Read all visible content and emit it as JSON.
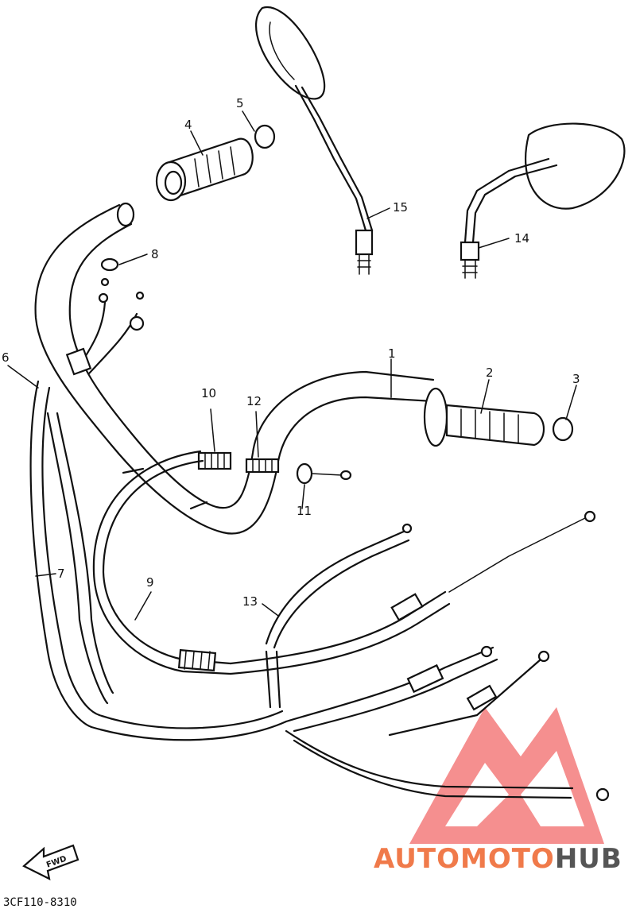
{
  "callouts": {
    "n1": "1",
    "n2": "2",
    "n3": "3",
    "n4": "4",
    "n5": "5",
    "n6": "6",
    "n7": "7",
    "n8": "8",
    "n9": "9",
    "n10": "10",
    "n11": "11",
    "n12": "12",
    "n13": "13",
    "n14": "14",
    "n15": "15"
  },
  "diagram_code": "3CF110-8310",
  "forward_arrow_label": "FWD",
  "watermark": {
    "part1": "AUTO",
    "part2": "MOTO",
    "part3": "HUB",
    "color_accent": "#f07a4a",
    "color_dark": "#555555",
    "color_logo": "#f26a6a"
  }
}
